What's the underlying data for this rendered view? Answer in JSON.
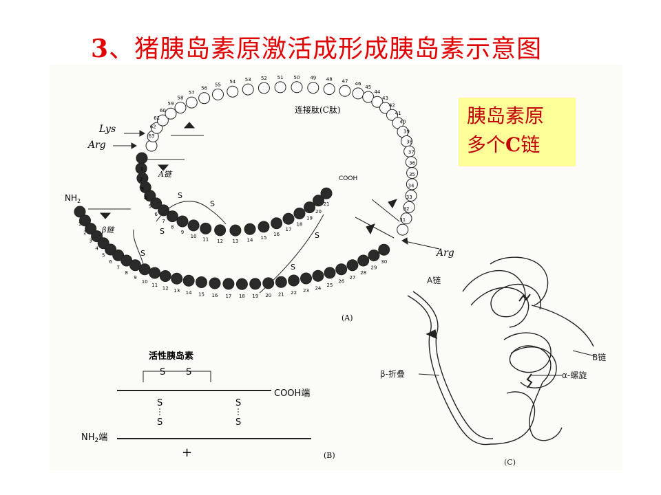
{
  "slide": {
    "title_number": "3",
    "title_text": "、猪胰岛素原激活成形成胰岛素示意图",
    "callout_line1": "胰岛素原",
    "callout_line2_prefix": "多个",
    "callout_line2_bold": "C",
    "callout_line2_suffix": "链"
  },
  "panel_a": {
    "panel_label": "(A)",
    "c_peptide_label": "连接肽(C肽)",
    "a_chain_label": "A链",
    "b_chain_label": "β链",
    "lys_label": "Lys",
    "arg_left_label": "Arg",
    "arg_right_label": "Arg",
    "nh2_label": "NH",
    "nh2_sub": "2",
    "cooh_label": "COOH",
    "c_numbers": [
      "63",
      "62",
      "61",
      "60",
      "59",
      "58",
      "57",
      "56",
      "55",
      "54",
      "53",
      "52",
      "51",
      "50",
      "49",
      "48",
      "47",
      "46",
      "45",
      "44",
      "43",
      "42",
      "41",
      "40",
      "39",
      "38",
      "37",
      "36",
      "35",
      "34",
      "33",
      "32",
      "31"
    ],
    "a_numbers": [
      "1",
      "2",
      "3",
      "4",
      "5",
      "6",
      "7",
      "8",
      "9",
      "10",
      "11",
      "12",
      "13",
      "14",
      "15",
      "16",
      "17",
      "18",
      "19",
      "20",
      "21"
    ],
    "b_numbers": [
      "1",
      "2",
      "3",
      "4",
      "5",
      "6",
      "7",
      "8",
      "9",
      "10",
      "11",
      "12",
      "13",
      "14",
      "15",
      "16",
      "17",
      "18",
      "19",
      "20",
      "21",
      "22",
      "23",
      "24",
      "25",
      "26",
      "27",
      "28",
      "29",
      "30"
    ],
    "disulfide_s": "S"
  },
  "panel_b": {
    "title": "活性胰岛素",
    "s_letter": "S",
    "cooh_end": "COOH端",
    "nh2_end": "NH",
    "nh2_sub": "2",
    "nh2_suffix": "端",
    "plus": "+",
    "panel_label": "(B)"
  },
  "panel_c": {
    "a_chain": "A链",
    "b_chain": "B链",
    "beta_sheet": "β-折叠",
    "alpha_helix": "α-螺旋",
    "panel_label": "(C)"
  }
}
